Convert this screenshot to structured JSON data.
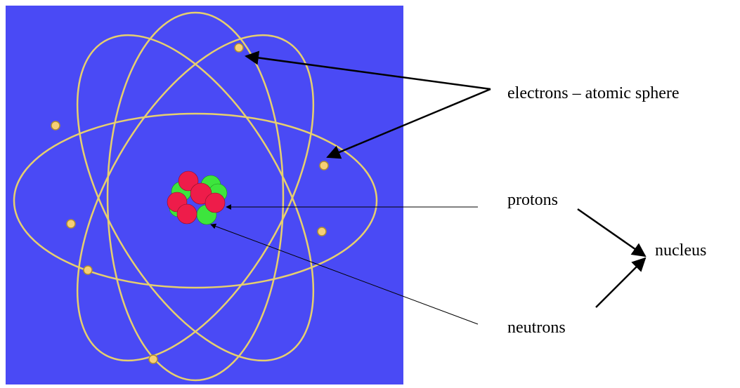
{
  "colors": {
    "background_panel": "#4a4af5",
    "orbit": "#e6cf6e",
    "electron": "#f6cf76",
    "electron_outline": "#b08f2e",
    "proton": "#ee1c4a",
    "neutron": "#3de53d",
    "arrow": "#000000"
  },
  "labels": {
    "electrons": "electrons – atomic sphere",
    "protons": "protons",
    "nucleus": "nucleus",
    "neutrons": "neutrons"
  },
  "icons": {
    "electron": "electron-dot-icon",
    "proton": "proton-sphere-icon",
    "neutron": "neutron-sphere-icon"
  }
}
